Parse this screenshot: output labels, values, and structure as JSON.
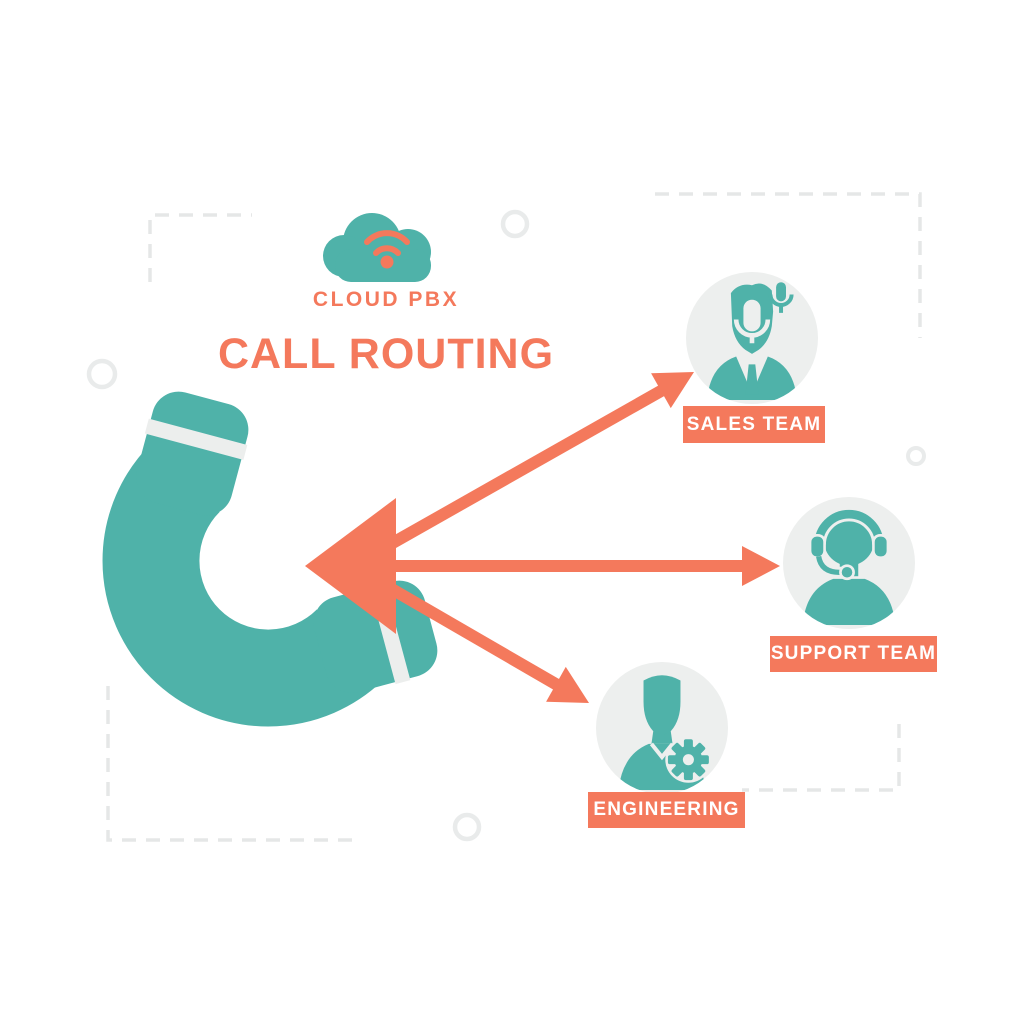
{
  "header": {
    "brand": "CLOUD PBX",
    "title": "CALL ROUTING",
    "icon": "cloud-wifi-icon"
  },
  "source": {
    "icon": "phone-handset-icon",
    "description": "incoming call handset"
  },
  "teams": [
    {
      "id": "sales",
      "label": "SALES TEAM",
      "icon": "sales-agent-microphone-icon"
    },
    {
      "id": "support",
      "label": "SUPPORT TEAM",
      "icon": "support-agent-headset-icon"
    },
    {
      "id": "engineering",
      "label": "ENGINEERING",
      "icon": "engineer-gear-icon"
    }
  ],
  "colors": {
    "teal": "#4FB2A9",
    "orange": "#F4795C",
    "avatar_background": "#EDEFEE",
    "label_text": "#FFFFFF",
    "decoration_gray": "#E7E9E9",
    "background": "#FFFFFF"
  }
}
